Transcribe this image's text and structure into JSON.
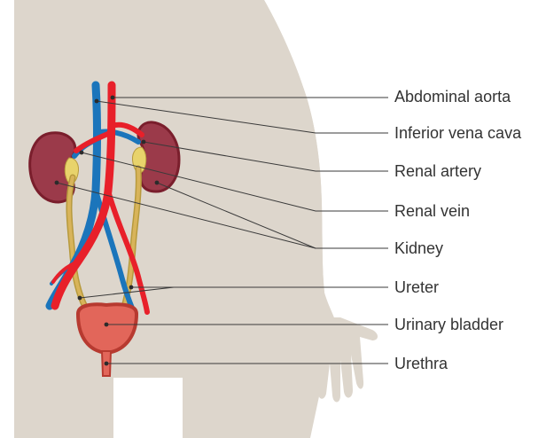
{
  "labels": {
    "abdominal_aorta": "Abdominal aorta",
    "inferior_vena_cava": "Inferior vena cava",
    "renal_artery": "Renal artery",
    "renal_vein": "Renal vein",
    "kidney": "Kidney",
    "ureter": "Ureter",
    "urinary_bladder": "Urinary bladder",
    "urethra": "Urethra"
  },
  "colors": {
    "body_silhouette": "#ddd6cc",
    "artery": "#e8202a",
    "vein": "#1b75bb",
    "kidney_fill": "#9b3a4a",
    "kidney_outline": "#7a1e2c",
    "ureter": "#d8b45a",
    "bladder": "#e2665a",
    "bladder_outline": "#b73a30",
    "label_text": "#333333",
    "leader_line": "#3a3a3a"
  }
}
